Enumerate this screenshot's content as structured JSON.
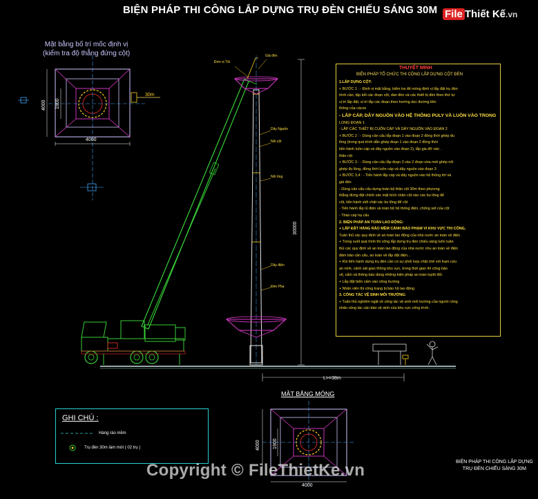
{
  "title": "BIỆN PHÁP THI CÔNG LẮP DỰNG TRỤ ĐÈN CHIẾU SÁNG 30M",
  "logo": {
    "a": "File",
    "b": "Thiết Kế",
    "c": ".vn"
  },
  "mat_bang_top": {
    "line1": "Mặt bằng bố trí mốc định vị",
    "line2": "(kiểm tra độ thẳng đứng cột)"
  },
  "dims": {
    "w1": "4000",
    "h1": "4000",
    "r1": "1900",
    "d1": "30m",
    "pole_h": "30000",
    "L": "L>=38m",
    "w2": "4000",
    "h2": "4000",
    "r2": "1900"
  },
  "thuyet_minh": {
    "head": "THUYẾT MINH",
    "sub": "BIỆN PHÁP TỔ CHỨC THI CÔNG LẮP DỰNG CỘT ĐÈN",
    "lines": [
      {
        "t": "1.LẮP DỰNG CỘT:",
        "s": "bold"
      },
      {
        "t": "+ BƯỚC 1 : - Định vị mặt bằng, kiểm tra đế móng định vị lắp đặt trụ đèn",
        "s": ""
      },
      {
        "t": "  hình cần, tập kết các đoạn cột, dàn đèn và các thiết bị đèn theo thứ tự",
        "s": ""
      },
      {
        "t": "  vị trí lắp đặt, vị trí lắp các đoạn theo hướng dọc đường liên",
        "s": ""
      },
      {
        "t": "  thông của cácxe",
        "s": ""
      },
      {
        "t": "- LẮP CÁP, DÂY NGUỒN VÀO HỆ THỐNG PULY VÀ LUỒN VÀO  TRONG",
        "s": "big"
      },
      {
        "t": "  LONG ĐOẠN 1",
        "s": ""
      },
      {
        "t": "- LẮP CÁC THIẾT BỊ CUỐN CÁP VÀ DÂY NGUỒN VÀO ĐOẠN 2",
        "s": ""
      },
      {
        "t": "+ BƯỚC 2 : - Dùng cần cẩu lắp đoạn 1 vào đoạn 2 đồng thời ghép đu",
        "s": ""
      },
      {
        "t": "  lồng (trong quá trình dẫn ghép đoạn 1 vào đoạn 2 đồng thời",
        "s": ""
      },
      {
        "t": "  tiến hành luồn cáp và dây nguồn vào đoạn 2), lắp gia đỡ vào .",
        "s": ""
      },
      {
        "t": "  thân cột",
        "s": ""
      },
      {
        "t": "+ BƯỚC 3 : - Dùng cần cẩu lắp đoạn 3 vào 2 đoạn vừa mới ghép nối",
        "s": ""
      },
      {
        "t": "  ghép đu lồng, đồng thời luồn cáp và dây nguồn vào đoạn 3",
        "s": ""
      },
      {
        "t": "+ BƯỚC 3,4 : - Tiến hành lắp cáp và dây nguồn vào hệ thống tời và",
        "s": ""
      },
      {
        "t": "  giá đèn",
        "s": ""
      },
      {
        "t": "- Dùng cần cẩu cẩu dựng toàn bộ thân cột 30m theo phương",
        "s": ""
      },
      {
        "t": "  thẳng đứng đặt chính xác mặt bích chân cột vào các bu lông để",
        "s": ""
      },
      {
        "t": "  cột, tiến hành xiết chặt các bu lông để cột",
        "s": ""
      },
      {
        "t": "- Tiến hành lắp tủ điện và toàn bộ hệ thống điện, chống sét của cột",
        "s": ""
      },
      {
        "t": "- Tháo cáp hạ cấu",
        "s": ""
      },
      {
        "t": "2. BIỆN PHÁP AN TOÀN LAO ĐỘNG:",
        "s": "bold"
      },
      {
        "t": "+ LẮP ĐẶT HÀNG RÀO MỀM CẢNH BÁO PHẠM VI KHU VỰC THI CÔNG,",
        "s": "bold"
      },
      {
        "t": "  Tuân thủ các quy định về an toàn lao động của nhà nước an toàn về điện",
        "s": ""
      },
      {
        "t": "+ Trong suốt quá trình thi công lắp dựng trụ đèn chiếu sáng luôn tuân",
        "s": ""
      },
      {
        "t": "  thủ các quy định về an toàn lao động của nhà nước nhu an toàn về điện",
        "s": ""
      },
      {
        "t": "  đảm bảo cần cẩu, an toàn về lắp đặt điện...",
        "s": ""
      },
      {
        "t": "+ Khi tiến hành dựng trụ đèn cần có sự phối hợp chặt chẽ với trạm cứu",
        "s": ""
      },
      {
        "t": "  an ninh, cảnh sát giao thông khu vực, trong thời gian thi công bảo",
        "s": ""
      },
      {
        "t": "  vệ, cấm và thông báo dùng những biện pháp an toàn tuyệt đối.",
        "s": ""
      },
      {
        "t": "+ Lắp đặt biển cấm vào công trường",
        "s": ""
      },
      {
        "t": "+ Nhân viên thi công trang bị bảo hộ lao động",
        "s": ""
      },
      {
        "t": "3. CÔNG TÁC VỆ SINH MÔI TRƯỜNG:",
        "s": "bold"
      },
      {
        "t": "+ Tuân thủ nghiêm ngặt về công tác vệ sinh môi trường của người công",
        "s": ""
      },
      {
        "t": "  nhân công tác cần bảo vệ sinh của khu vực công trình.",
        "s": ""
      }
    ]
  },
  "crane_labels": [
    "Đơn vị Tải",
    "Giá đèn",
    "Dây Nguồn",
    "Nối cột",
    "Nối ống",
    "Dây điện",
    "Đèn Pha"
  ],
  "ghi_chu": {
    "title": "GHI CHÚ :",
    "fence": "Hàng rào mềm",
    "pole": "Trụ đèn 30m làm mới ( 02 trụ )"
  },
  "mat_bang_mong": "MẶT BẰNG MÓNG",
  "bottom_note": {
    "line1": "BIỆN PHÁP THI CÔNG LẮP DỰNG",
    "line2": "TRỤ ĐÈN CHIẾU SÁNG 30M"
  },
  "copyright": "Copyright © FileThietKe.vn",
  "colors": {
    "bg": "#000000",
    "yellow": "#ffe040",
    "magenta": "#e03ad0",
    "cyan": "#2ad3d3",
    "green": "#38d038",
    "red": "#ff3030"
  }
}
